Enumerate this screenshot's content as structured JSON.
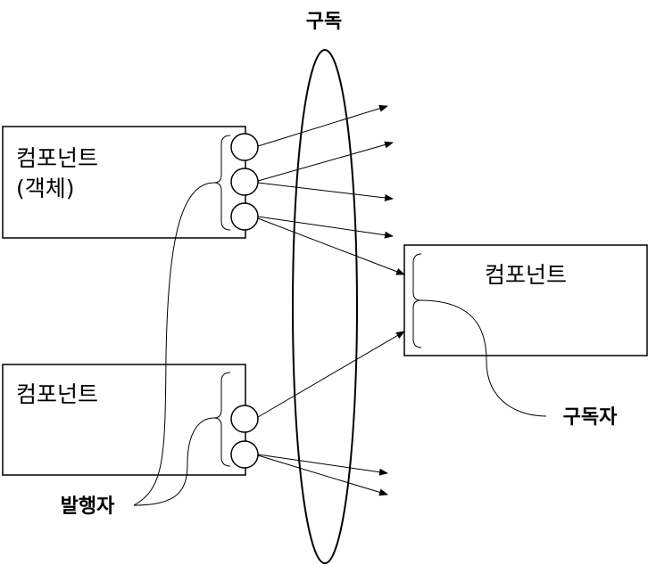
{
  "title": "구독",
  "publisher_label": "발행자",
  "subscriber_label": "구독자",
  "components": {
    "top_left": {
      "line1": "컴포넌트",
      "line2": "(객체)"
    },
    "bottom_left": {
      "line1": "컴포넌트"
    },
    "right": {
      "line1": "컴포넌트"
    }
  }
}
